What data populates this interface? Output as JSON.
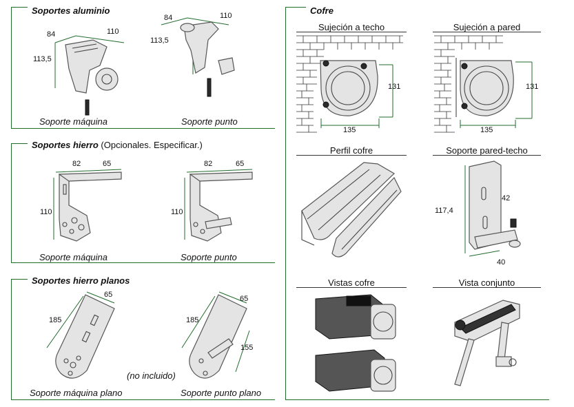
{
  "left": {
    "aluminio": {
      "title": "Soportes aluminio",
      "dims_maquina": [
        "84",
        "110",
        "113,5"
      ],
      "dims_punto": [
        "84",
        "110",
        "113,5"
      ],
      "caption_maquina": "Soporte máquina",
      "caption_punto": "Soporte punto"
    },
    "hierro": {
      "title": "Soportes hierro",
      "note": "(Opcionales. Especificar.)",
      "dims_maquina": [
        "82",
        "65",
        "110"
      ],
      "dims_punto": [
        "82",
        "65",
        "110"
      ],
      "caption_maquina": "Soporte máquina",
      "caption_punto": "Soporte punto"
    },
    "planos": {
      "title": "Soportes hierro planos",
      "dims_maquina": [
        "65",
        "185"
      ],
      "dims_punto": [
        "65",
        "185",
        "155"
      ],
      "note": "(no incluido)",
      "caption_maquina": "Soporte máquina plano",
      "caption_punto": "Soporte punto plano"
    }
  },
  "right": {
    "title": "Cofre",
    "sujecion_techo": {
      "heading": "Sujeción a techo",
      "dim_h": "131",
      "dim_w": "135"
    },
    "sujecion_pared": {
      "heading": "Sujeción a pared",
      "dim_h": "131",
      "dim_w": "135"
    },
    "perfil": {
      "heading": "Perfil cofre"
    },
    "soporte_pt": {
      "heading": "Soporte pared-techo",
      "dim_h": "117,4",
      "dim_slot": "42",
      "dim_w": "40"
    },
    "vistas": {
      "heading": "Vistas cofre"
    },
    "conjunto": {
      "heading": "Vista conjunto"
    }
  },
  "colors": {
    "frame": "#1f6b2a"
  }
}
